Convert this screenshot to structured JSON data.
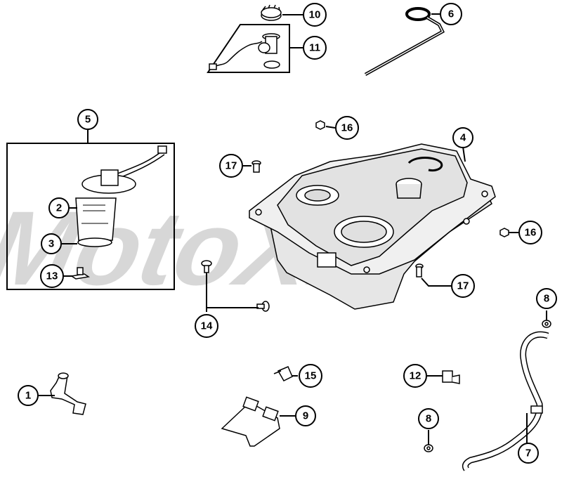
{
  "watermark": {
    "text": "MotoXi",
    "color": "#b8b8b8"
  },
  "callouts": [
    {
      "id": "c1",
      "label": "1"
    },
    {
      "id": "c2",
      "label": "2"
    },
    {
      "id": "c3",
      "label": "3"
    },
    {
      "id": "c4",
      "label": "4"
    },
    {
      "id": "c5",
      "label": "5"
    },
    {
      "id": "c6",
      "label": "6"
    },
    {
      "id": "c7",
      "label": "7"
    },
    {
      "id": "c8a",
      "label": "8"
    },
    {
      "id": "c8b",
      "label": "8"
    },
    {
      "id": "c9",
      "label": "9"
    },
    {
      "id": "c10",
      "label": "10"
    },
    {
      "id": "c11",
      "label": "11"
    },
    {
      "id": "c12",
      "label": "12"
    },
    {
      "id": "c13",
      "label": "13"
    },
    {
      "id": "c14",
      "label": "14"
    },
    {
      "id": "c15",
      "label": "15"
    },
    {
      "id": "c16a",
      "label": "16"
    },
    {
      "id": "c16b",
      "label": "16"
    },
    {
      "id": "c17a",
      "label": "17"
    },
    {
      "id": "c17b",
      "label": "17"
    }
  ],
  "colors": {
    "line": "#000000",
    "part_fill": "#ffffff",
    "tank_shade": "#e6e6e6"
  }
}
